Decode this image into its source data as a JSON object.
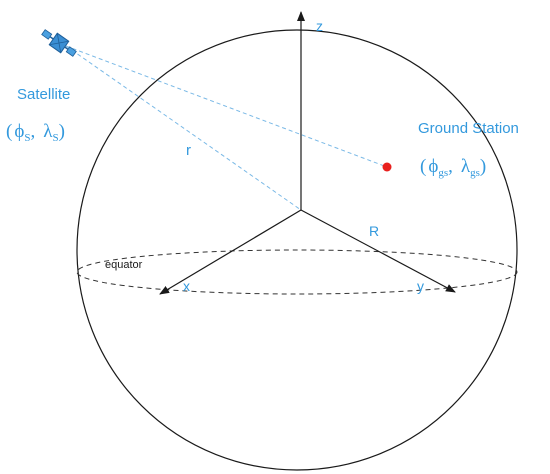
{
  "axes": {
    "z_label": "z",
    "x_label": "x",
    "y_label": "y",
    "radius_label": "R"
  },
  "equator": {
    "label": "equator"
  },
  "satellite": {
    "title": "Satellite",
    "coords": {
      "open": "(",
      "phi": "ϕ",
      "phi_sub": "S",
      "sep": ",",
      "lambda": "λ",
      "lambda_sub": "S",
      "close": ")"
    },
    "distance_label": "r",
    "icon": "satellite-icon"
  },
  "ground_station": {
    "title": "Ground Station",
    "coords": {
      "open": "(",
      "phi": "ϕ",
      "phi_sub": "gs",
      "sep": ",",
      "lambda": "λ",
      "lambda_sub": "gs",
      "close": ")"
    },
    "marker_color": "#e8201e"
  },
  "colors": {
    "label_blue": "#3399dd",
    "dash_blue": "#7ab9e6",
    "line": "#1a1a1a"
  }
}
